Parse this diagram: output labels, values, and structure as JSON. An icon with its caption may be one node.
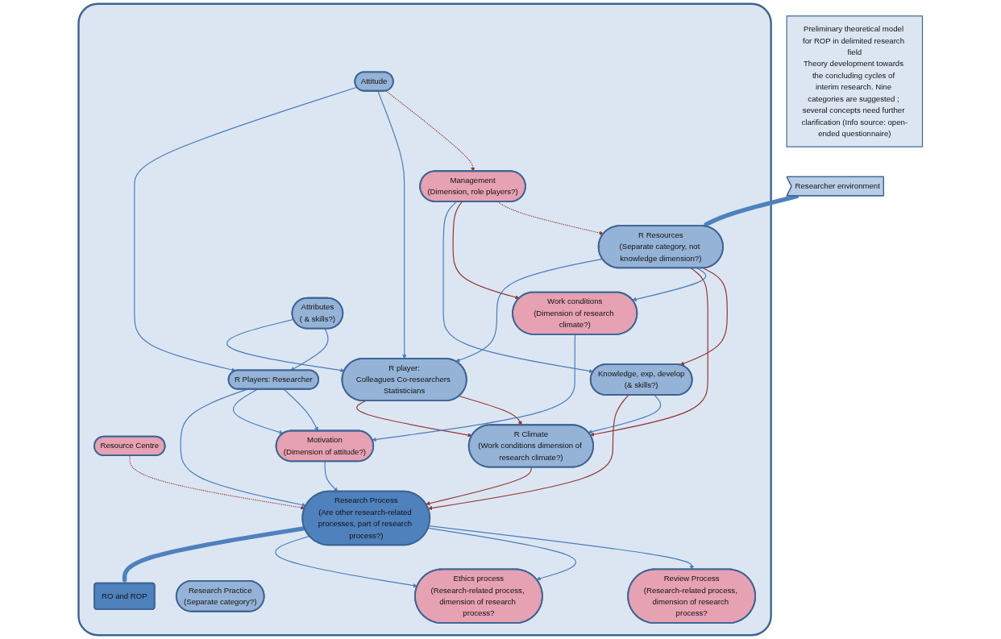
{
  "diagram": {
    "nodes": [
      {
        "text": [
          "Preliminary theoretical model for ROP in delimited research field",
          "Theory development towards the concluding cycles of interim research. Nine categories are suggested ; several concepts need further clarification (Info source: open-ended questionnaire)"
        ]
      },
      {
        "text": [],
        "shape": "box"
      },
      {
        "text": [
          "Researcher environment"
        ]
      },
      {
        "text": [
          "Resource Centre"
        ],
        "in": 1
      },
      {
        "text": [
          "R Resources",
          "(Separate category, not knowledge dimension?)"
        ],
        "in": 1
      },
      {
        "text": [
          "Knowledge, exp, develop",
          "(& skills?)"
        ],
        "in": 1
      },
      {
        "text": [
          "Work conditions",
          "(Dimension of research climate?)"
        ],
        "in": 1
      },
      {
        "text": [
          "R Climate",
          "(Work conditions dimension of research climate?)"
        ],
        "in": 1
      },
      {
        "text": [
          "Review Process",
          "(Research-related process, dimension of research process?"
        ],
        "in": 1
      },
      {
        "text": [
          "Research Practice",
          "(Separate category?)"
        ],
        "in": 1
      },
      {
        "text": [
          "Management",
          "(Dimension, role players?)"
        ],
        "in": 1
      },
      {
        "text": [
          "R player:",
          "Colleagues Co-researchers Statisticians"
        ],
        "in": 1
      },
      {
        "text": [
          "R Players: Researcher"
        ],
        "in": 1
      },
      {
        "text": [
          "Research Process",
          "(Are other research-related processes, part of research process?)"
        ],
        "in": 1
      },
      {
        "text": [
          "RO and ROP"
        ],
        "in": 1
      },
      {
        "text": [
          "Attitude"
        ],
        "in": 1
      },
      {
        "text": [
          "Attributes",
          "( & skills?)"
        ],
        "in": 1
      },
      {
        "text": [
          "Motivation",
          "(Dimension of attitude?)"
        ],
        "in": 1
      },
      {
        "text": [
          "Ethics process",
          "(Research-related process, dimension of research process?"
        ],
        "in": 1
      }
    ],
    "edges": [
      {
        "from": 2,
        "to": 4,
        "arrow": "to",
        "style": "thick"
      },
      {
        "from": 3,
        "to": 13,
        "arrow": "to",
        "style": "dashed",
        "color": "#943634"
      },
      {
        "from": 4,
        "to": 5,
        "arrow": "to",
        "color": "#943634"
      },
      {
        "from": 4,
        "to": 6,
        "arrow": "to"
      },
      {
        "from": 4,
        "to": 7,
        "arrow": "to",
        "color": "#943634"
      },
      {
        "from": 4,
        "to": 11,
        "arrow": "to"
      },
      {
        "from": 5,
        "to": 7,
        "arrow": "to"
      },
      {
        "from": 5,
        "to": 13,
        "arrow": "to",
        "color": "#943634"
      },
      {
        "from": 10,
        "to": 4,
        "arrow": "to",
        "style": "dashed",
        "color": "#943634"
      },
      {
        "from": 10,
        "to": 6,
        "arrow": "to",
        "color": "#943634"
      },
      {
        "from": 10,
        "to": 5,
        "arrow": "to"
      },
      {
        "from": 11,
        "to": 7,
        "arrow": "to",
        "color": "#943634"
      },
      {
        "from": 11,
        "to": 7,
        "arrow": "to",
        "color": "#943634"
      },
      {
        "from": 6,
        "to": 17,
        "arrow": "to"
      },
      {
        "from": 15,
        "to": 10,
        "arrow": "to",
        "style": "dashed",
        "color": "#943634"
      },
      {
        "from": 15,
        "to": 11,
        "arrow": "to"
      },
      {
        "from": 15,
        "to": 12,
        "arrow": "to"
      },
      {
        "from": 16,
        "to": 12,
        "arrow": "to"
      },
      {
        "from": 16,
        "to": 11,
        "arrow": "to"
      },
      {
        "from": 12,
        "to": 17,
        "arrow": "to"
      },
      {
        "from": 12,
        "to": 17,
        "arrow": "to"
      },
      {
        "from": 12,
        "to": 13,
        "arrow": "to"
      },
      {
        "from": 17,
        "to": 13,
        "arrow": "to"
      },
      {
        "from": 7,
        "to": 13,
        "arrow": "to",
        "color": "#943634"
      },
      {
        "from": 13,
        "to": 8,
        "arrow": "to"
      },
      {
        "from": 13,
        "to": 18,
        "arrow": "to"
      },
      {
        "from": 13,
        "to": 18,
        "arrow": "to"
      },
      {
        "from": 13,
        "to": 14,
        "arrow": "to",
        "style": "thick"
      }
    ]
  }
}
